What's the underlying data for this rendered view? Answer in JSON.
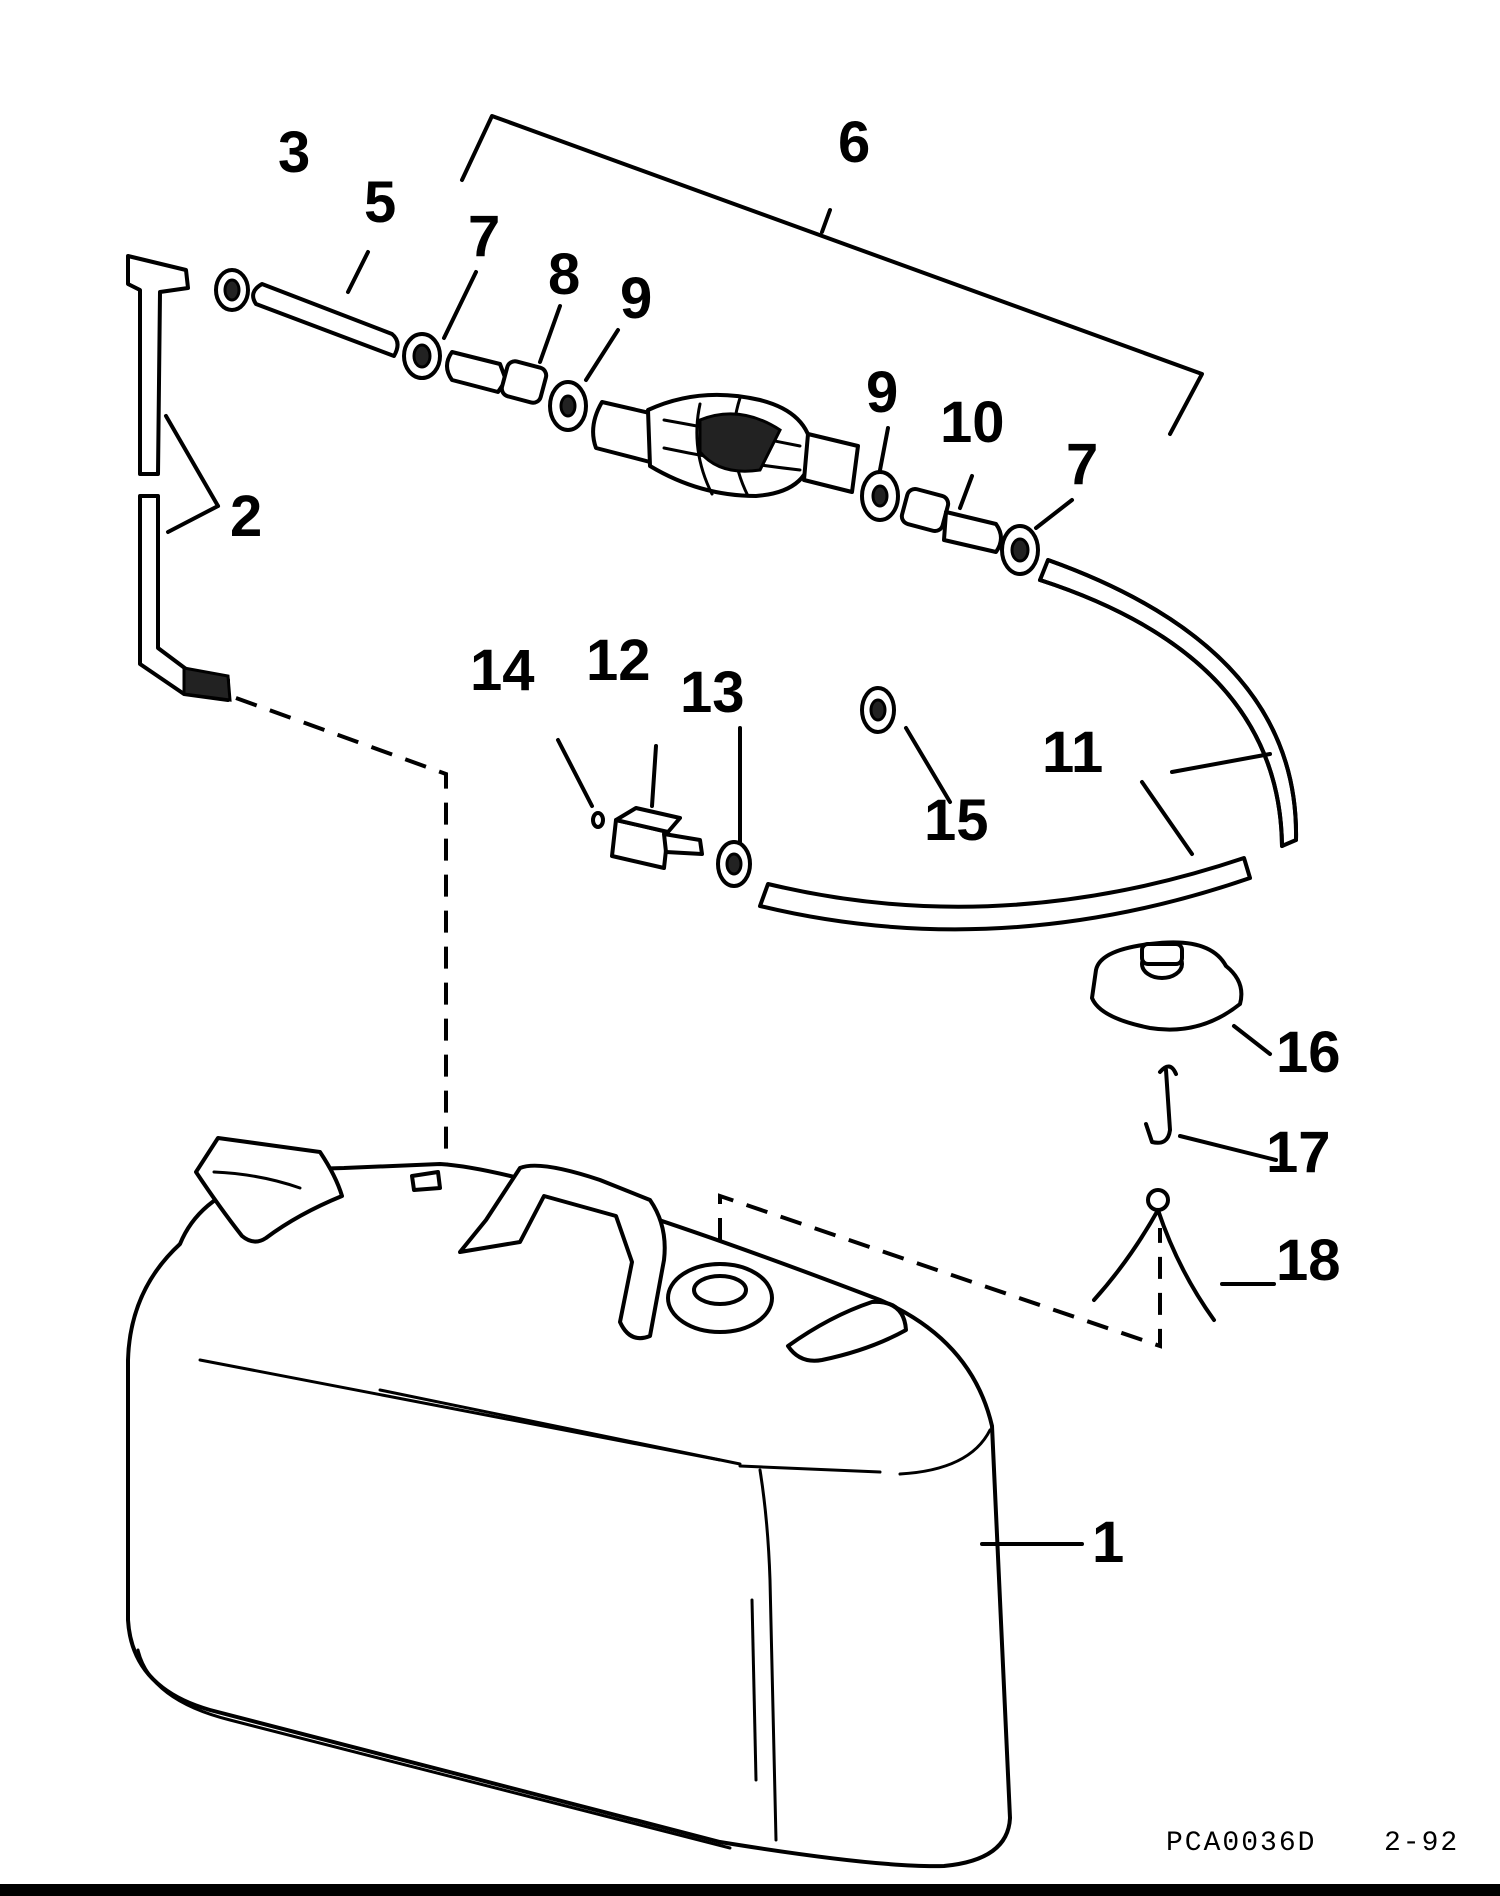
{
  "callouts": {
    "c1": "1",
    "c2": "2",
    "c3": "3",
    "c5": "5",
    "c6": "6",
    "c7a": "7",
    "c7b": "7",
    "c8": "8",
    "c9a": "9",
    "c9b": "9",
    "c10": "10",
    "c11": "11",
    "c12": "12",
    "c13": "13",
    "c14": "14",
    "c15": "15",
    "c16": "16",
    "c17": "17",
    "c18": "18"
  },
  "footer": {
    "drawing_code": "PCA0036D",
    "date_code": "2-92"
  }
}
